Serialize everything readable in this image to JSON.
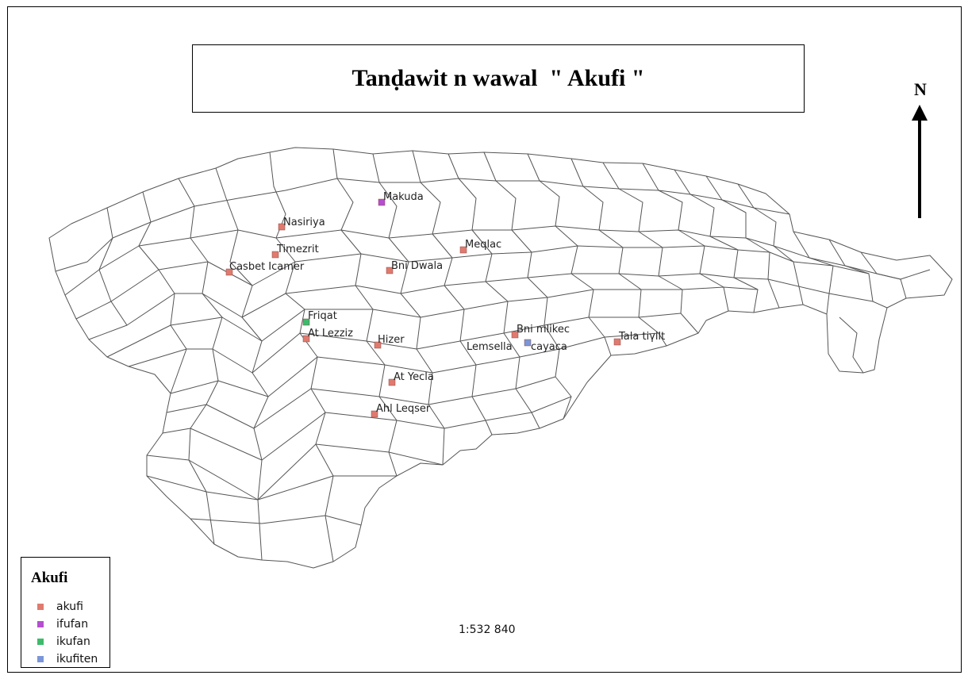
{
  "title": "Tanḍawit n wawal  \" Akufi \"",
  "north_label": "N",
  "scale": "1:532 840",
  "legend": {
    "title": "Akufi",
    "items": [
      {
        "label": "akufi",
        "color": "#e07a6f"
      },
      {
        "label": "ifufan",
        "color": "#b54fd0"
      },
      {
        "label": "ikufan",
        "color": "#3dbb6b"
      },
      {
        "label": "ikufiten",
        "color": "#7b96d8"
      }
    ]
  },
  "places": [
    {
      "name": "Makuda",
      "category": "ifufan"
    },
    {
      "name": "Nasiriya",
      "category": "akufi"
    },
    {
      "name": "Timezrit",
      "category": "akufi"
    },
    {
      "name": "Casbet Icamer",
      "category": "akufi"
    },
    {
      "name": "Bni Dwala",
      "category": "akufi"
    },
    {
      "name": "Meqlac",
      "category": "akufi"
    },
    {
      "name": "Friqat",
      "category": "ikufan"
    },
    {
      "name": "At Lezziz",
      "category": "akufi"
    },
    {
      "name": "Hizer",
      "category": "akufi"
    },
    {
      "name": "Bni mlikec",
      "category": "akufi"
    },
    {
      "name": "Lemsella",
      "category": ""
    },
    {
      "name": "cayaca",
      "category": "ikufiten"
    },
    {
      "name": "Tala tiγilt",
      "category": "akufi"
    },
    {
      "name": "At Yecla",
      "category": "akufi"
    },
    {
      "name": "Ahl Leqser",
      "category": "akufi"
    }
  ]
}
